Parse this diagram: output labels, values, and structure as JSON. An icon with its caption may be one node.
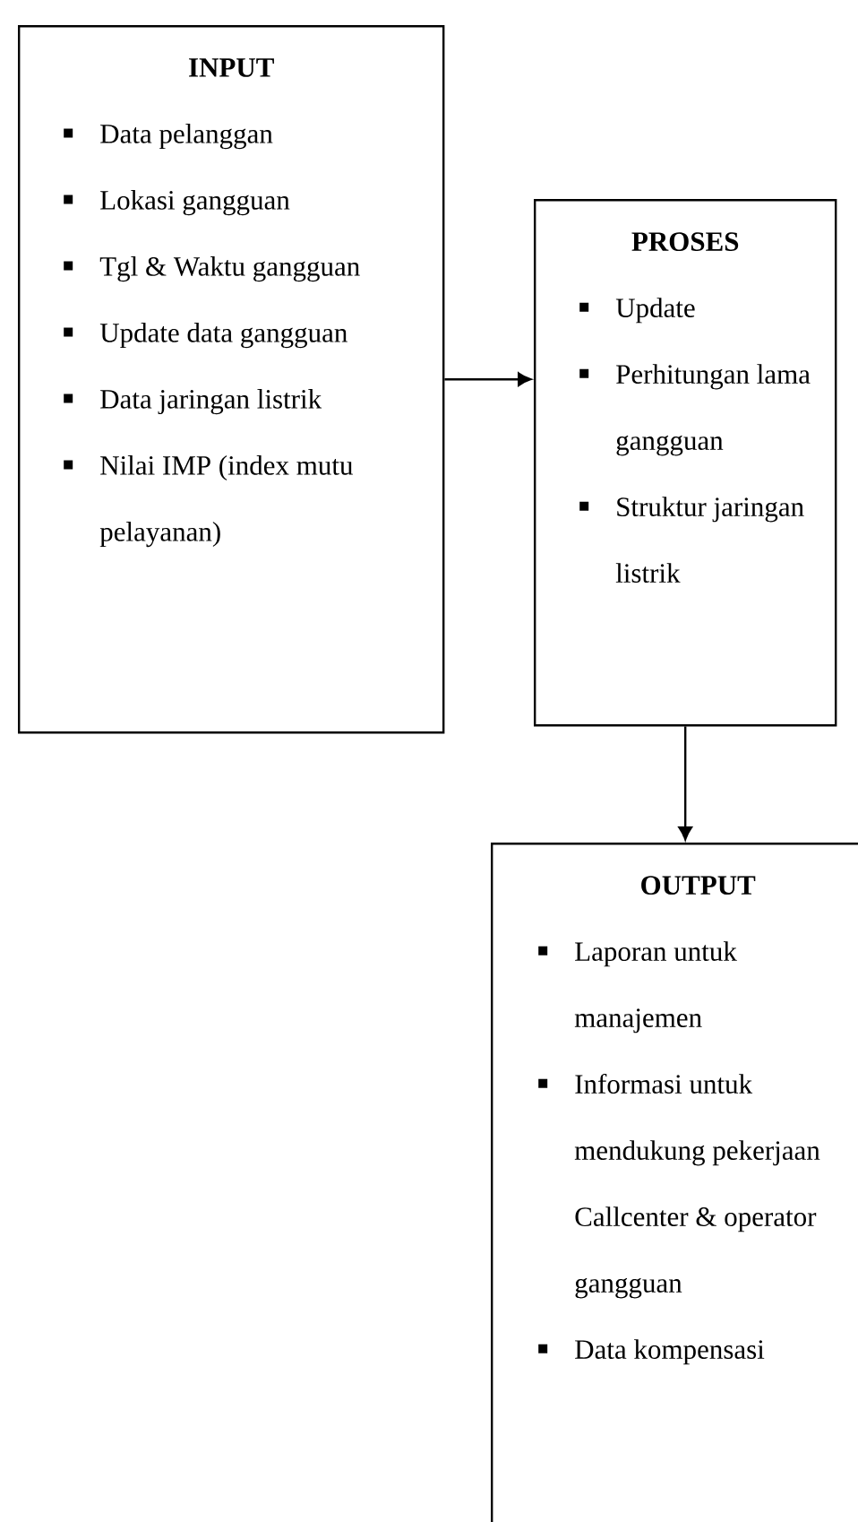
{
  "diagram": {
    "nodes": [
      {
        "text": [
          "INPUT",
          "Data pelanggan",
          "Lokasi gangguan",
          "Tgl & Waktu gangguan",
          "Update data gangguan",
          "Data jaringan listrik",
          "Nilai IMP (index mutu pelayanan)"
        ]
      },
      {
        "text": [
          "PROSES",
          "Update",
          "Perhitungan lama gangguan",
          "Struktur jaringan listrik"
        ]
      },
      {
        "text": [
          "OUTPUT",
          "Laporan untuk manajemen",
          "Informasi untuk mendukung pekerjaan Callcenter & operator gangguan",
          "Data kompensasi"
        ]
      }
    ],
    "edges": [
      {
        "from": 0,
        "to": 1,
        "arrow": "to"
      },
      {
        "from": 1,
        "to": 2,
        "arrow": "to"
      }
    ]
  }
}
